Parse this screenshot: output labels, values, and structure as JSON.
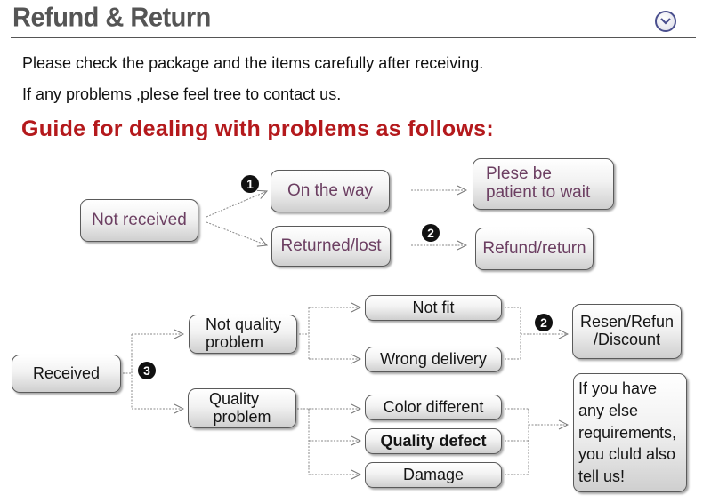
{
  "header": {
    "title": "Refund & Return"
  },
  "intro": {
    "line1": "Please check the package and the items carefully after receiving.",
    "line2": "If any problems ,plese feel tree to contact us."
  },
  "guide_title": "Guide for dealing with problems as follows:",
  "not_received_flow": {
    "root": "Not received",
    "on_the_way": "On the way",
    "wait": [
      "Plese be",
      "patient to wait"
    ],
    "returned_lost": "Returned/lost",
    "refund_return": "Refund/return"
  },
  "received_flow": {
    "root": "Received",
    "not_quality": [
      "Not quality",
      "problem"
    ],
    "quality": [
      "Quality",
      "problem"
    ],
    "not_fit": "Not fit",
    "wrong_delivery": "Wrong delivery",
    "color_different": "Color different",
    "quality_defect": "Quality defect",
    "damage": "Damage",
    "resend": [
      "Resen/Refun",
      "/Discount"
    ],
    "contact": [
      "If you have",
      "any else",
      "requirements,",
      "you cluld also",
      "tell us!"
    ]
  },
  "badges": [
    "1",
    "2",
    "2",
    "3"
  ]
}
